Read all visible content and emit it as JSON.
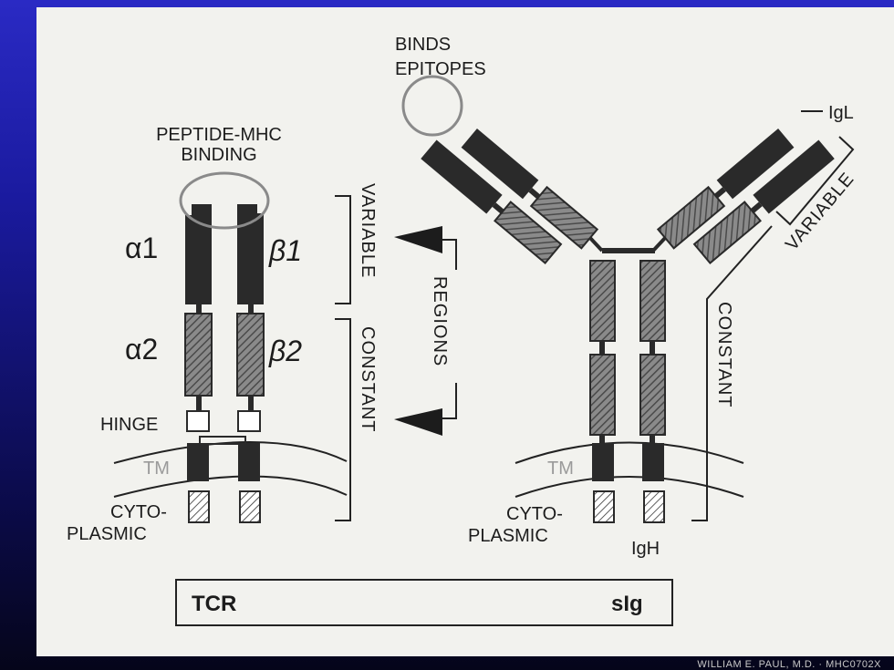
{
  "labels": {
    "peptide_mhc_1": "PEPTIDE-MHC",
    "peptide_mhc_2": "BINDING",
    "binds_1": "BINDS",
    "binds_2": "EPITOPES",
    "alpha1": "α1",
    "alpha2": "α2",
    "beta1": "β1",
    "beta2": "β2",
    "hinge": "HINGE",
    "tm_left": "TM",
    "tm_right": "TM",
    "cyto_left_1": "CYTO-",
    "cyto_left_2": "PLASMIC",
    "cyto_right_1": "CYTO-",
    "cyto_right_2": "PLASMIC",
    "variable_left": "VARIABLE",
    "constant_left": "CONSTANT",
    "regions": "REGIONS",
    "igl": "IgL",
    "igh": "IgH",
    "variable_right": "VARIABLE",
    "constant_right": "CONSTANT",
    "tcr": "TCR",
    "sig": "sIg",
    "credit": "WILLIAM E. PAUL, M.D. · MHC0702X"
  },
  "colors": {
    "dark_segment": "#2a2a2a",
    "hatched_segment": "#6e6e6e",
    "binding_circle": "#8a8a8a",
    "background": "#f2f2ee"
  }
}
